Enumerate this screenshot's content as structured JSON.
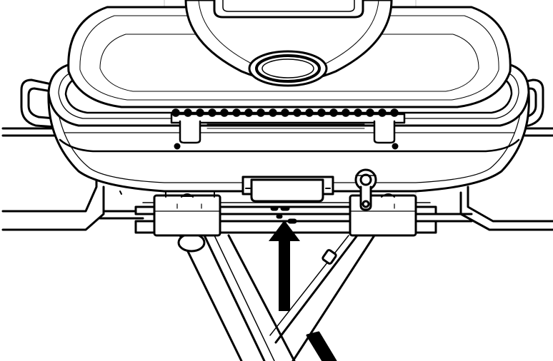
{
  "diagram": {
    "ink_color": "#000000",
    "paper_color": "#ffffff",
    "parts": [
      "grill-lid",
      "lid-handle",
      "temperature-gauge",
      "grill-body",
      "side-handle-left",
      "side-handle-right",
      "side-shelf-left",
      "side-shelf-right",
      "control-panel",
      "regulator-valve",
      "cart-frame",
      "cart-legs"
    ],
    "indicator_arrow": {
      "direction": "up",
      "color": "#000000"
    }
  }
}
